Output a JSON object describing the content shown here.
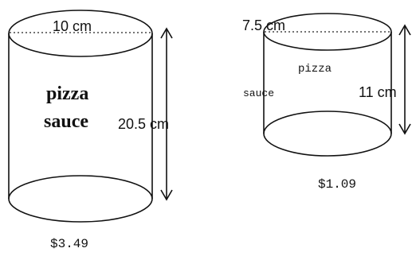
{
  "large_can": {
    "diameter_label": "10 cm",
    "height_label": "20.5 cm",
    "label_line1": "pizza",
    "label_line2": "sauce",
    "price": "$3.49"
  },
  "small_can": {
    "diameter_label": "7.5 cm",
    "height_label": "11 cm",
    "label_line1": "pizza",
    "label_line2": "sauce",
    "price": "$1.09"
  }
}
